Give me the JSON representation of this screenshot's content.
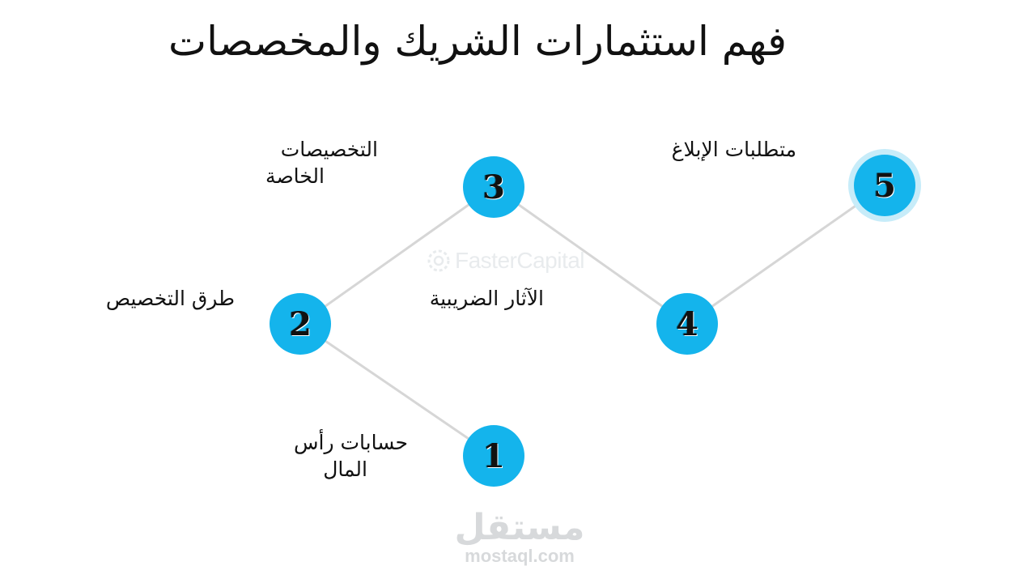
{
  "title": "فهم استثمارات الشريك والمخصصات",
  "steps": [
    {
      "number": "1",
      "label_lines": [
        "حسابات رأس",
        "المال"
      ]
    },
    {
      "number": "2",
      "label_lines": [
        "طرق التخصيص"
      ]
    },
    {
      "number": "3",
      "label_lines": [
        "التخصيصات",
        "الخاصة"
      ]
    },
    {
      "number": "4",
      "label_lines": [
        "الآثار الضريبية"
      ]
    },
    {
      "number": "5",
      "label_lines": [
        "متطلبات الإبلاغ"
      ]
    }
  ],
  "watermarks": {
    "center_text": "FasterCapital",
    "bottom_logo": "مستقل",
    "bottom_domain": "mostaql.com"
  },
  "colors": {
    "node_fill": "#14b4ec",
    "node_halo": "#c7ecf9",
    "connector": "#d6d6d6",
    "text": "#111111"
  }
}
